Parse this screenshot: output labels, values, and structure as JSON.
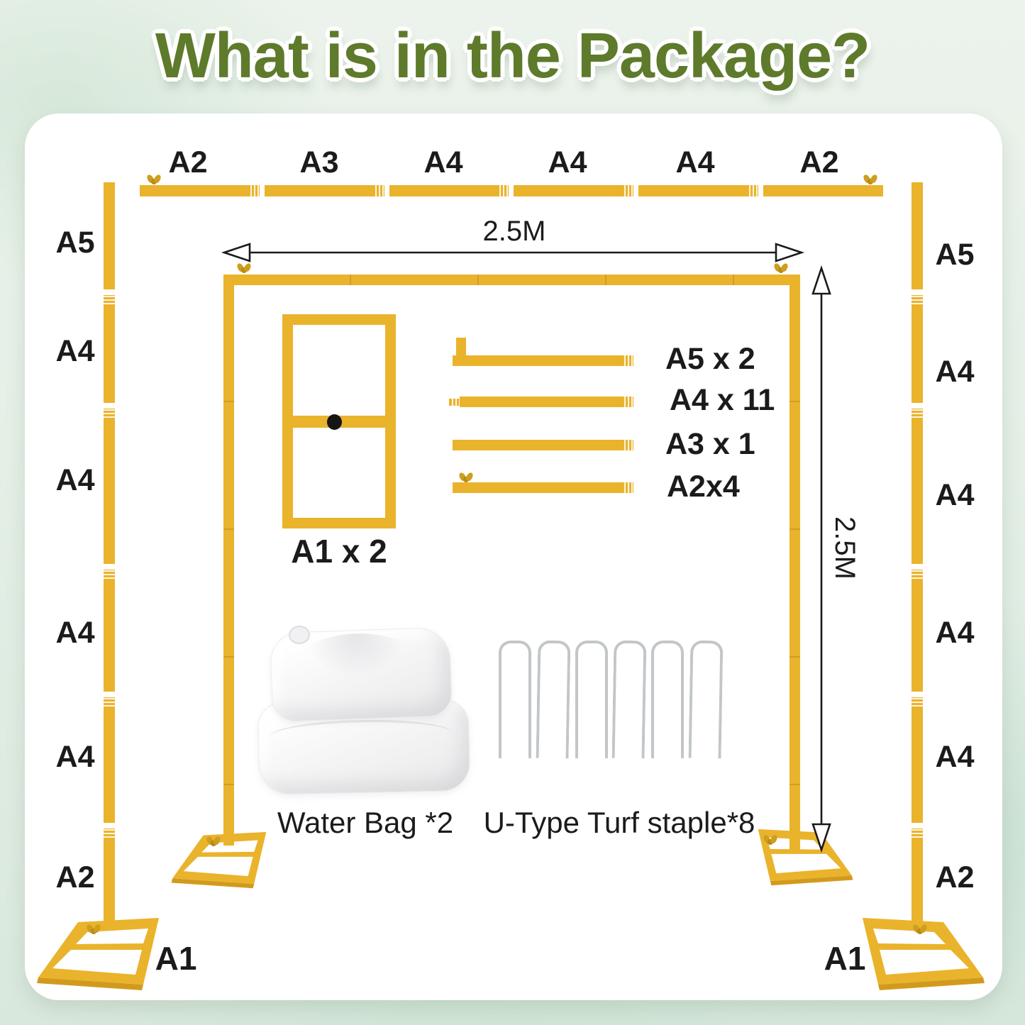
{
  "title": "What is in the Package?",
  "dimensions": {
    "width": "2.5M",
    "height": "2.5M"
  },
  "frame": {
    "top_segments": [
      "A2",
      "A3",
      "A4",
      "A4",
      "A4",
      "A2"
    ],
    "left_segments": [
      "A5",
      "A4",
      "A4",
      "A4",
      "A4",
      "A2"
    ],
    "right_segments": [
      "A5",
      "A4",
      "A4",
      "A4",
      "A4",
      "A2"
    ],
    "left_base": "A1",
    "right_base": "A1"
  },
  "parts_list": [
    {
      "label": "A5 x 2"
    },
    {
      "label": "A4 x 11"
    },
    {
      "label": "A3 x 1"
    },
    {
      "label": "A2x4"
    }
  ],
  "assembly_frame_label": "A1 x 2",
  "accessories": {
    "water_bag": "Water Bag *2",
    "turf_staple": "U-Type Turf staple*8"
  },
  "colors": {
    "pole_yellow": "#EAB32C",
    "pole_yellow_shadow": "#D29A1C",
    "title_green": "#5E7A2B",
    "text_black": "#1B1B1B",
    "staple_silver": "#C2C6C8",
    "background_mint": "#E2EEE4",
    "card_white": "#FFFFFF"
  }
}
